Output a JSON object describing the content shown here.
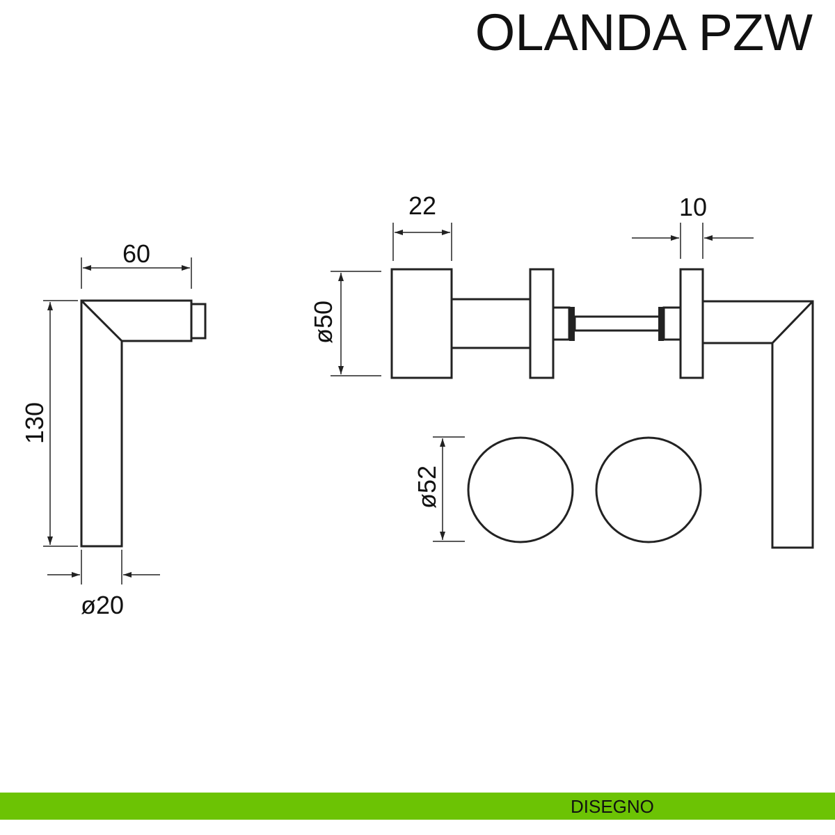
{
  "title": "OLANDA PZW",
  "dimensions": {
    "handle_length": "60",
    "handle_height": "130",
    "handle_diameter": "ø20",
    "rosette_thickness": "22",
    "rosette_diameter": "ø50",
    "rosette_spacing": "10",
    "round_rosette_diameter": "ø52"
  },
  "footer": {
    "label": "DISEGNO",
    "color": "#6cc304"
  }
}
